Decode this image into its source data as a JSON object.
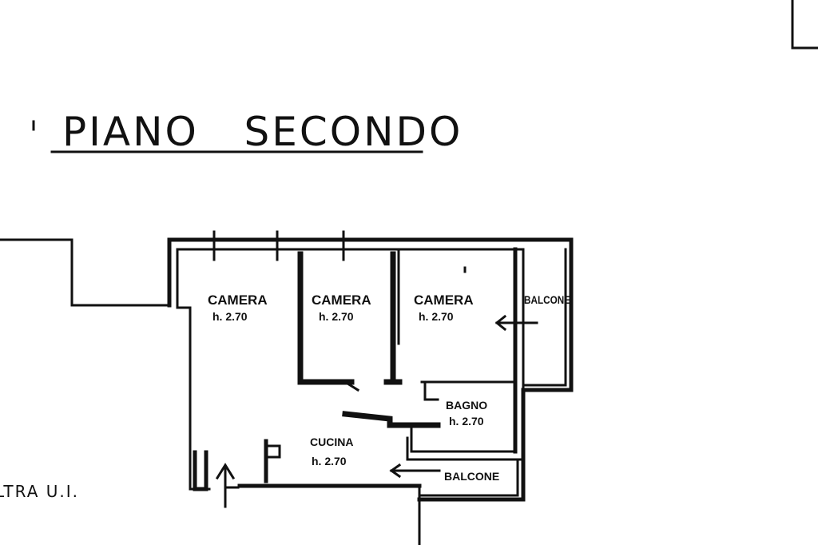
{
  "title": "PIANO   SECONDO",
  "side_label": "LTRA U.I.",
  "rooms": [
    {
      "name": "CAMERA",
      "height": "h. 2.70"
    },
    {
      "name": "CAMERA",
      "height": "h. 2.70"
    },
    {
      "name": "CAMERA",
      "height": "h. 2.70"
    },
    {
      "name": "BAGNO",
      "height": "h. 2.70"
    },
    {
      "name": "CUCINA",
      "height": "h. 2.70"
    }
  ],
  "balconies": [
    {
      "name": "BALCONE"
    },
    {
      "name": "BALCONE"
    }
  ],
  "colors": {
    "ink": "#111111",
    "paper": "#ffffff"
  }
}
